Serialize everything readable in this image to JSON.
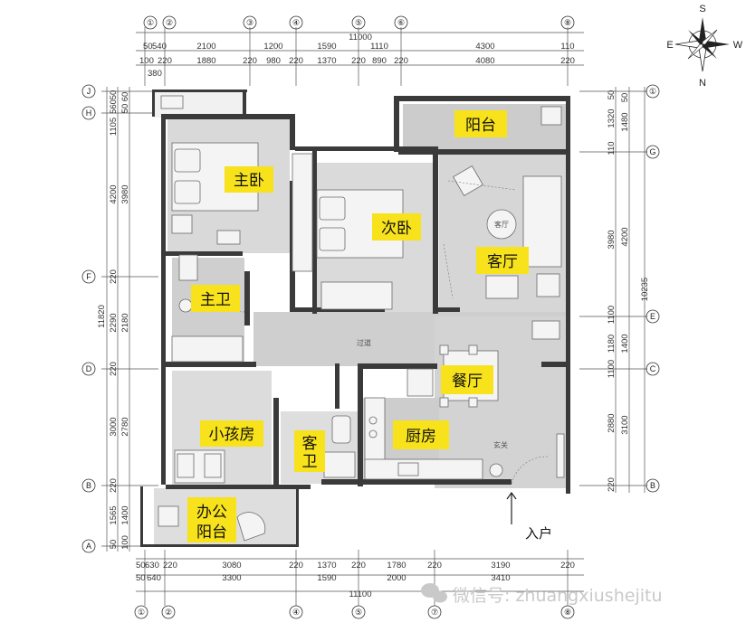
{
  "compass": {
    "n": "N",
    "s": "S",
    "e": "E",
    "w": "W"
  },
  "axes_top": [
    "①",
    "②",
    "③",
    "④",
    "⑤",
    "⑥",
    "⑧"
  ],
  "axes_bottom": [
    "①",
    "②",
    "④",
    "⑤",
    "⑦",
    "⑧"
  ],
  "axes_left": [
    "J",
    "H",
    "F",
    "D",
    "B",
    "A"
  ],
  "axes_right": [
    "①",
    "G",
    "E",
    "C",
    "B"
  ],
  "dims": {
    "top_total": "11000",
    "top_row1": [
      "50",
      "540",
      "2100",
      "1200",
      "1590",
      "1110",
      "4300",
      "110"
    ],
    "top_row2": [
      "100",
      "220",
      "1880",
      "220",
      "980",
      "220",
      "1370",
      "220",
      "890",
      "220",
      "4080",
      "220"
    ],
    "top_extra": "380",
    "bottom_total": "11100",
    "bottom_row1": [
      "50",
      "630",
      "220",
      "3080",
      "220",
      "1370",
      "220",
      "1780",
      "220",
      "3190",
      "220"
    ],
    "bottom_row2": [
      "50",
      "640",
      "3300",
      "1590",
      "2000",
      "3410"
    ],
    "left_total": "11820",
    "left_col1": [
      "50",
      "560",
      "1105",
      "4200",
      "220",
      "2290",
      "220",
      "3000",
      "220",
      "1565",
      "50"
    ],
    "left_col2": [
      "60",
      "50",
      "3980",
      "2180",
      "2780",
      "1400",
      "100"
    ],
    "right_total": "10235",
    "right_col1": [
      "50",
      "1320",
      "110",
      "3980",
      "1100",
      "1180",
      "1100",
      "2880",
      "220"
    ],
    "right_col2": [
      "50",
      "1480",
      "4200",
      "1400",
      "3100"
    ]
  },
  "rooms": {
    "balcony": "阳台",
    "master_bedroom": "主卧",
    "second_bedroom": "次卧",
    "living_room": "客厅",
    "master_bath": "主卫",
    "dining": "餐厅",
    "kids_room": "小孩房",
    "guest_bath": "客卫",
    "kitchen": "厨房",
    "office_balcony": "办公阳台",
    "office_balcony_line1": "办公",
    "office_balcony_line2": "阳台"
  },
  "labels": {
    "corridor": "过道",
    "entrance_small": "玄关",
    "entrance": "入户",
    "rug": "客厅"
  },
  "watermark": {
    "text": "微信号: zhuangxiushejitu"
  },
  "colors": {
    "label_bg": "#f7e21b",
    "floor": "#dedede",
    "corridor": "#cfcfcf",
    "wall": "#3a3a3a"
  }
}
